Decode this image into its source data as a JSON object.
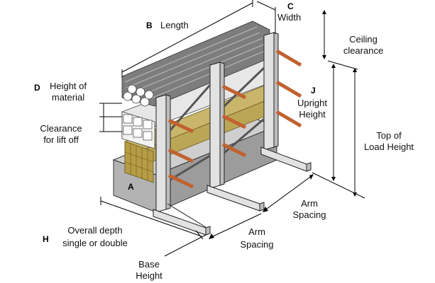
{
  "labels": {
    "b": {
      "letter": "B",
      "text": "Length"
    },
    "c": {
      "letter": "C",
      "text": "Width"
    },
    "ceiling": {
      "line1": "Ceiling",
      "line2": "clearance"
    },
    "d": {
      "letter": "D",
      "line1": "Height of",
      "line2": "material"
    },
    "clearance": {
      "line1": "Clearance",
      "line2": "for lift off"
    },
    "j": {
      "letter": "J",
      "line1": "Upright",
      "line2": "Height"
    },
    "top_load": {
      "line1": "Top of",
      "line2": "Load Height"
    },
    "a": {
      "letter": "A"
    },
    "arm_spacing_right": {
      "line1": "Arm",
      "line2": "Spacing"
    },
    "arm_spacing_bottom": {
      "line1": "Arm",
      "line2": "Spacing"
    },
    "h": {
      "letter": "H",
      "line1": "Overall depth",
      "line2": "single or double"
    },
    "base": {
      "line1": "Base",
      "line2": "Height"
    }
  },
  "colors": {
    "arm": "#c0622f",
    "upright": "#e2e2e2",
    "lumber": "#c9b66a",
    "pipes": "#8a8a8a",
    "load_base": "#b3b3b3"
  }
}
